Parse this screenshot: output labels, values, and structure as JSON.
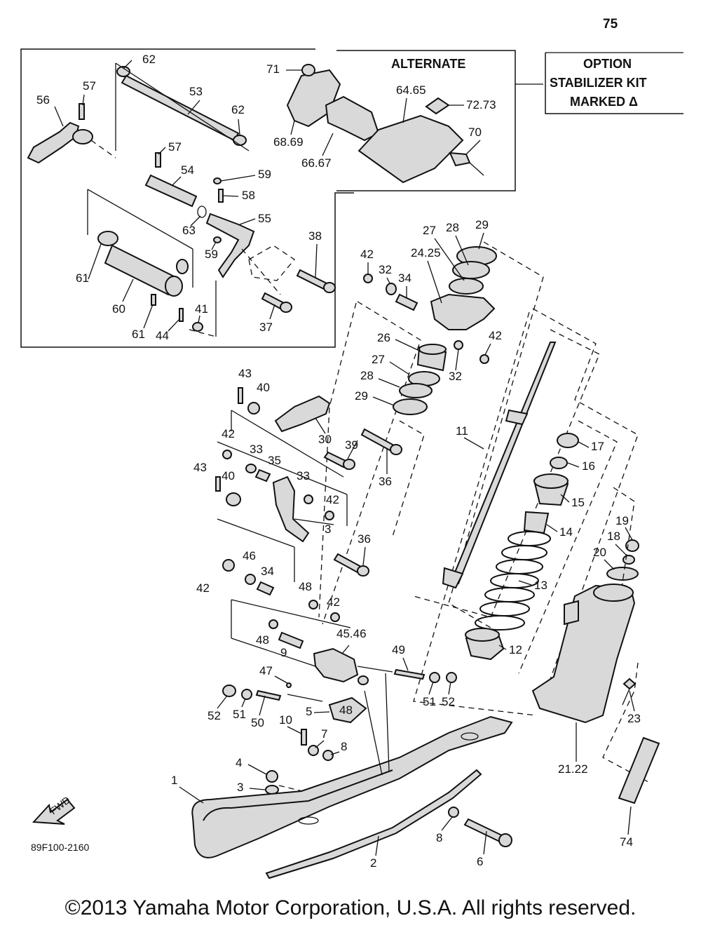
{
  "page_number": "75",
  "alternate_label": "ALTERNATE",
  "option_box": {
    "line1": "OPTION",
    "line2": "STABILIZER KIT",
    "line3": "MARKED Δ"
  },
  "diagram_code": "89F100-2160",
  "fwd_label": "FWD",
  "copyright": "©2013 Yamaha Motor Corporation, U.S.A. All rights reserved.",
  "labels": {
    "l62a": "62",
    "l57a": "57",
    "l56": "56",
    "l53": "53",
    "l62b": "62",
    "l71": "71",
    "l64_65": "64.65",
    "l72_73": "72.73",
    "l70": "70",
    "l68_69": "68.69",
    "l66_67": "66.67",
    "l57b": "57",
    "l59a": "59",
    "l54": "54",
    "l58": "58",
    "l63": "63",
    "l55": "55",
    "l59b": "59",
    "l61a": "61",
    "l60": "60",
    "l61b": "61",
    "l44": "44",
    "l41": "41",
    "l38": "38",
    "l37": "37",
    "l27a": "27",
    "l28a": "28",
    "l29a": "29",
    "l24_25": "24.25",
    "l42a": "42",
    "l32a": "32",
    "l34a": "34",
    "l42b": "42",
    "l32b": "32",
    "l26": "26",
    "l27b": "27",
    "l28b": "28",
    "l29b": "29",
    "l43a": "43",
    "l40a": "40",
    "l30": "30",
    "l39": "39",
    "l36a": "36",
    "l42c": "42",
    "l33a": "33",
    "l35": "35",
    "l43b": "43",
    "l40b": "40",
    "l33b": "33",
    "l42d": "42",
    "l3a": "3",
    "l36b": "36",
    "l46": "46",
    "l34b": "34",
    "l42e": "42",
    "l48a": "48",
    "l42f": "42",
    "l48b": "48",
    "l9": "9",
    "l45_46": "45.46",
    "l49": "49",
    "l47": "47",
    "l48c": "48",
    "l5": "5",
    "l52a": "52",
    "l51a": "51",
    "l50": "50",
    "l51b": "51",
    "l52b": "52",
    "l10": "10",
    "l7": "7",
    "l8a": "8",
    "l4": "4",
    "l3b": "3",
    "l1": "1",
    "l2": "2",
    "l8b": "8",
    "l6": "6",
    "l11": "11",
    "l17": "17",
    "l16": "16",
    "l15": "15",
    "l14": "14",
    "l13": "13",
    "l12": "12",
    "l19": "19",
    "l18": "18",
    "l20": "20",
    "l21_22": "21.22",
    "l23": "23",
    "l74": "74"
  }
}
